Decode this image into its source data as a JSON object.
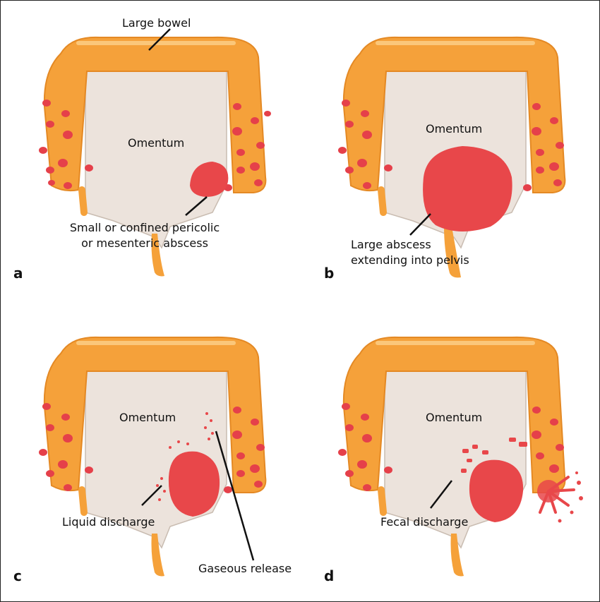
{
  "panels": [
    {
      "letter": "a",
      "labels": {
        "large_bowel": "Large bowel",
        "omentum": "Omentum",
        "abscess_line1": "Small or confined pericolic",
        "abscess_line2": "or mesenteric abscess"
      }
    },
    {
      "letter": "b",
      "labels": {
        "omentum": "Omentum",
        "abscess_line1": "Large abscess",
        "abscess_line2": "extending into pelvis"
      }
    },
    {
      "letter": "c",
      "labels": {
        "omentum": "Omentum",
        "liquid": "Liquid discharge",
        "gaseous": "Gaseous release"
      }
    },
    {
      "letter": "d",
      "labels": {
        "omentum": "Omentum",
        "fecal": "Fecal discharge"
      }
    }
  ],
  "colors": {
    "bowel": "#f5a13a",
    "bowel_light": "#fbc77a",
    "omentum": "#ece3dc",
    "abscess": "#e8474a",
    "spot": "#e5404a"
  }
}
